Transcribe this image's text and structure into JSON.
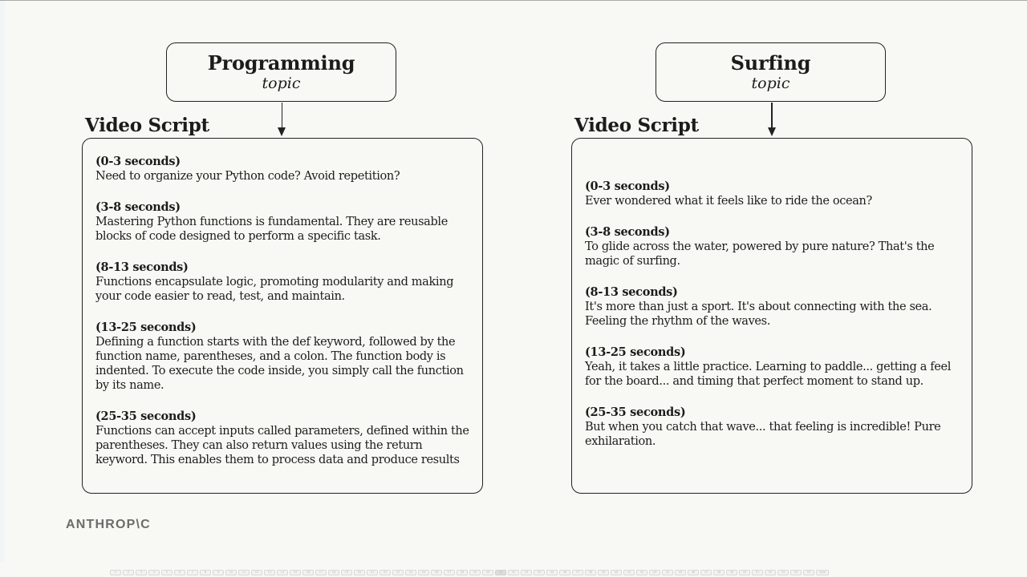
{
  "columns": [
    {
      "topic": "Programming",
      "topic_label": "topic",
      "section_title": "Video Script",
      "segments": [
        {
          "time": "(0-3 seconds)",
          "text": "Need to organize your Python code? Avoid repetition?"
        },
        {
          "time": "(3-8 seconds)",
          "text": "Mastering Python functions is fundamental. They are reusable blocks of code designed to perform a specific task."
        },
        {
          "time": "(8-13 seconds)",
          "text": "Functions encapsulate logic, promoting modularity and making your code easier to read, test, and maintain."
        },
        {
          "time": "(13-25 seconds)",
          "text": "Defining a function starts with the def keyword, followed by the function name, parentheses, and a colon. The function body is indented. To execute the code inside, you simply call the function by its name."
        },
        {
          "time": "(25-35 seconds)",
          "text": "Functions can accept inputs called parameters, defined within the parentheses. They can also return values using the return keyword. This enables them to process data and produce results"
        }
      ]
    },
    {
      "topic": "Surfing",
      "topic_label": "topic",
      "section_title": "Video Script",
      "segments": [
        {
          "time": "(0-3 seconds)",
          "text": "Ever wondered what it feels like to ride the ocean?"
        },
        {
          "time": "(3-8 seconds)",
          "text": "To glide across the water, powered by pure nature? That's the magic of surfing."
        },
        {
          "time": "(8-13 seconds)",
          "text": "It's more than just a sport. It's about connecting with the sea. Feeling the rhythm of the waves."
        },
        {
          "time": "(13-25 seconds)",
          "text": "Yeah, it takes a little practice. Learning to paddle... getting a feel for the board... and timing that perfect moment to stand up."
        },
        {
          "time": "(25-35 seconds)",
          "text": "But when you catch that wave... that feeling is incredible! Pure exhilaration."
        }
      ]
    }
  ],
  "logo": "ANTHROP\\C",
  "pager": {
    "pages": [
      "1",
      "2",
      "3",
      "4",
      "5",
      "6",
      "7",
      "8",
      "9",
      "10",
      "11",
      "12",
      "13",
      "14",
      "15",
      "16",
      "17",
      "18",
      "19",
      "20",
      "21",
      "22",
      "23",
      "24",
      "25",
      "26",
      "27",
      "28",
      "29",
      "30",
      "31",
      "32",
      "33",
      "34",
      "35",
      "36",
      "37",
      "38",
      "39",
      "40",
      "41",
      "42",
      "43",
      "44",
      "45",
      "46",
      "47",
      "48",
      "49",
      "50",
      "51",
      "52",
      "53",
      "54",
      "55",
      "style"
    ],
    "active": "31"
  }
}
